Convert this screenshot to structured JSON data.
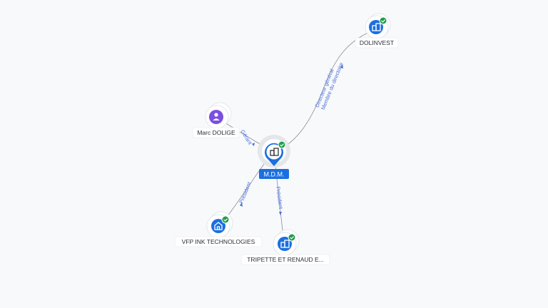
{
  "colors": {
    "company": "#1b6fe0",
    "person": "#7b4fe0",
    "verified": "#1e9e4a",
    "edge": "#8a8f98",
    "edge_label": "#4a6fd8"
  },
  "center": {
    "label": "M.D.M.",
    "icon": "building-icon"
  },
  "nodes": [
    {
      "id": "dolinvest",
      "label": "DOLINVEST",
      "icon": "building-icon",
      "verified": true
    },
    {
      "id": "marc",
      "label": "Marc DOLIGE",
      "icon": "person-icon",
      "verified": false
    },
    {
      "id": "vfp",
      "label": "VFP INK TECHNOLOGIES",
      "icon": "building-icon",
      "verified": true
    },
    {
      "id": "tripette",
      "label": "TRIPETTE ET RENAUD E...",
      "icon": "building-icon",
      "verified": true
    }
  ],
  "edges": [
    {
      "from": "dolinvest",
      "labels": [
        "Directeur général",
        "Membre du directoire"
      ]
    },
    {
      "from": "marc",
      "labels": [
        "Gérant"
      ]
    },
    {
      "from": "vfp",
      "labels": [
        "Président"
      ]
    },
    {
      "from": "tripette",
      "labels": [
        "Président"
      ]
    }
  ]
}
